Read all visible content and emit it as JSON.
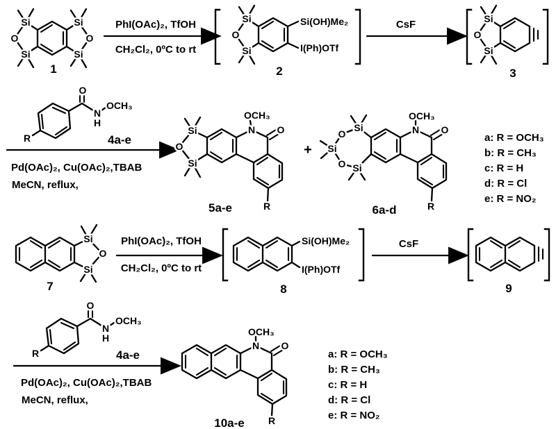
{
  "background": "#ffffff",
  "ink": "#000000",
  "atoms": {
    "si": "Si",
    "o": "O",
    "n": "N",
    "h": "H",
    "r": "R",
    "ome": "OCH₃",
    "silanol": "Si(OH)Me₂",
    "iodane": "I(Ph)OTf"
  },
  "operators": {
    "plus": "+"
  },
  "compound_labels": {
    "c1": "1",
    "c2": "2",
    "c3": "3",
    "c4": "4a-e",
    "c5": "5a-e",
    "c6": "6a-d",
    "c7": "7",
    "c8": "8",
    "c9": "9",
    "c10": "10a-e"
  },
  "reagents": {
    "step1_above": "PhI(OAc)₂, TfOH",
    "step1_below": "CH₂Cl₂, 0ºC to rt",
    "step2": "CsF",
    "anneal_cond1": "Pd(OAc)₂, Cu(OAc)₂,TBAB",
    "anneal_cond2": "MeCN, reflux,"
  },
  "substituent_key": [
    "a: R = OCH₃",
    "b: R = CH₃",
    "c: R = H",
    "d: R = Cl",
    "e: R = NO₂"
  ]
}
